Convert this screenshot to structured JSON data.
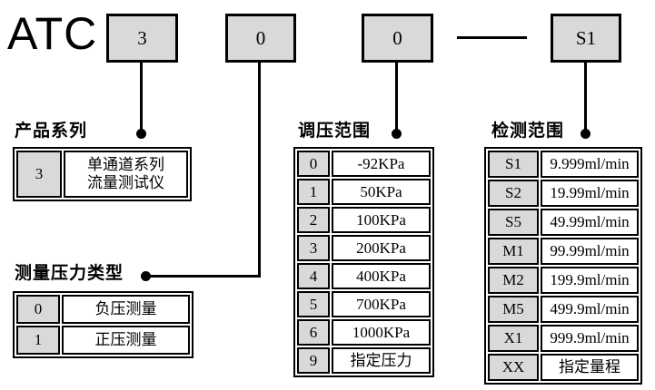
{
  "product_code": {
    "prefix": "ATC",
    "segments": [
      "3",
      "0",
      "0",
      "S1"
    ]
  },
  "sections": [
    {
      "title": "产品系列",
      "rows": [
        {
          "code": "3",
          "value": "单通道系列流量测试仪",
          "value_lines": [
            "单通道系列",
            "流量测试仪"
          ]
        }
      ]
    },
    {
      "title": "测量压力类型",
      "rows": [
        {
          "code": "0",
          "value": "负压测量"
        },
        {
          "code": "1",
          "value": "正压测量"
        }
      ]
    },
    {
      "title": "调压范围",
      "rows": [
        {
          "code": "0",
          "value": "-92KPa"
        },
        {
          "code": "1",
          "value": "50KPa"
        },
        {
          "code": "2",
          "value": "100KPa"
        },
        {
          "code": "3",
          "value": "200KPa"
        },
        {
          "code": "4",
          "value": "400KPa"
        },
        {
          "code": "5",
          "value": "700KPa"
        },
        {
          "code": "6",
          "value": "1000KPa"
        },
        {
          "code": "9",
          "value": "指定压力"
        }
      ]
    },
    {
      "title": "检测范围",
      "rows": [
        {
          "code": "S1",
          "value": "9.999ml/min"
        },
        {
          "code": "S2",
          "value": "19.99ml/min"
        },
        {
          "code": "S5",
          "value": "49.99ml/min"
        },
        {
          "code": "M1",
          "value": "99.99ml/min"
        },
        {
          "code": "M2",
          "value": "199.9ml/min"
        },
        {
          "code": "M5",
          "value": "499.9ml/min"
        },
        {
          "code": "X1",
          "value": "999.9ml/min"
        },
        {
          "code": "XX",
          "value": "指定量程"
        }
      ]
    }
  ],
  "colors": {
    "cell_fill": "#d9d9d9",
    "line": "#000000",
    "background": "#ffffff"
  }
}
